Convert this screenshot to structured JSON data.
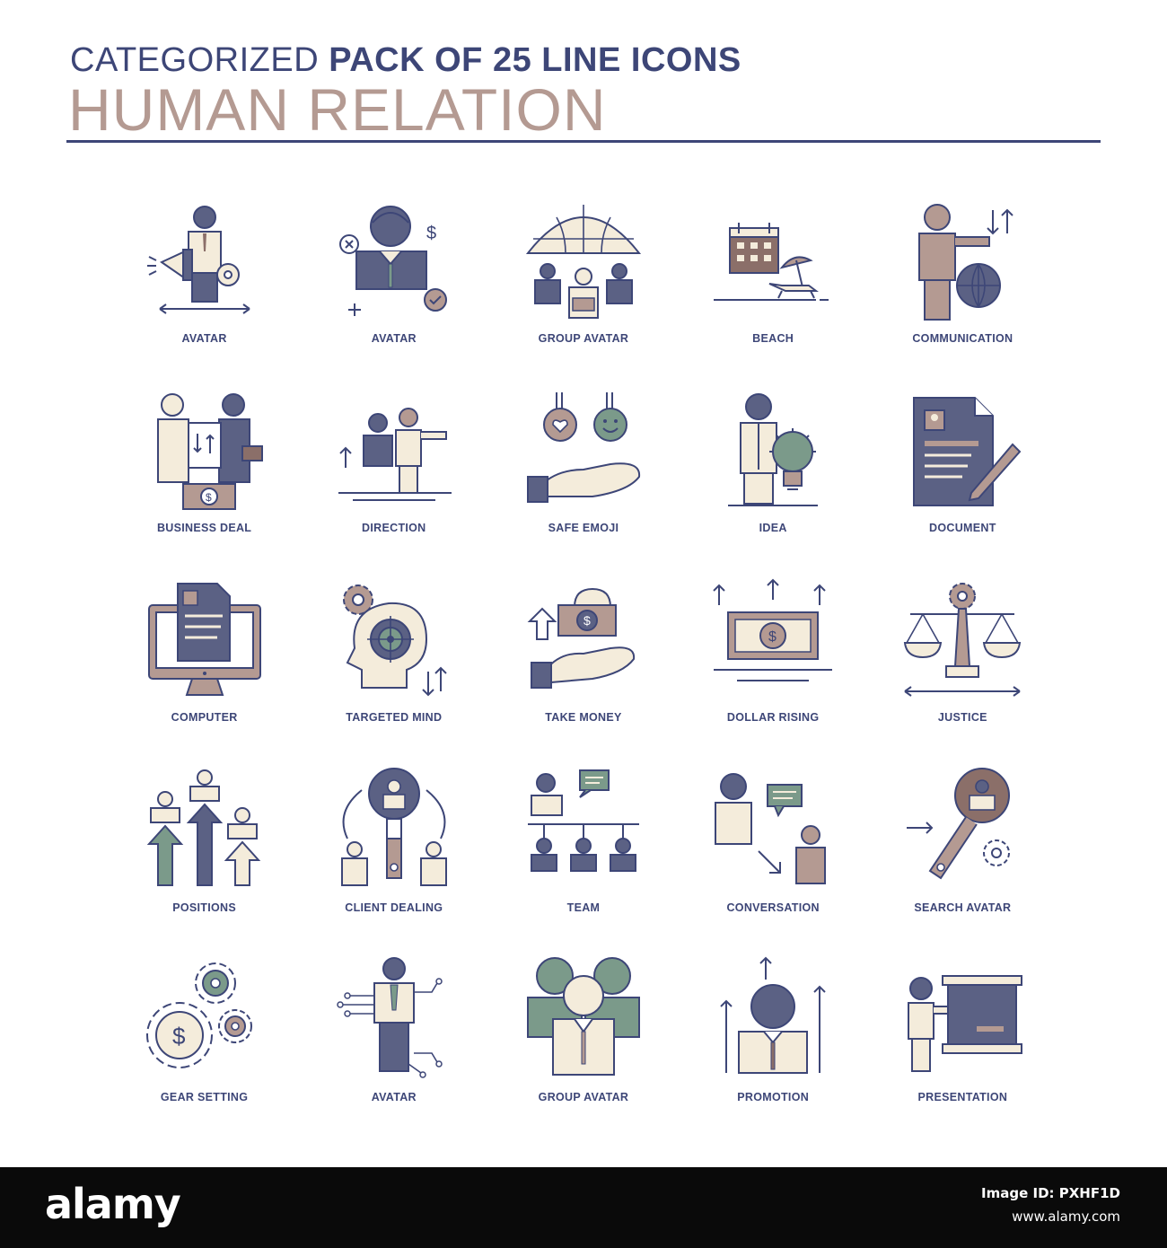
{
  "header": {
    "line1_light": "CATEGORIZED",
    "line1_bold": "PACK OF 25 LINE ICONS",
    "line2": "HUMAN RELATION"
  },
  "palette": {
    "navy": "#3d4677",
    "slate": "#5b6184",
    "taupe": "#8b6f69",
    "rose": "#b49a92",
    "cream": "#f4ecdb",
    "sage": "#7b9a8a"
  },
  "icons": [
    {
      "label": "AVATAR",
      "icon": "avatar-megaphone-icon"
    },
    {
      "label": "AVATAR",
      "icon": "avatar-dollar-icon"
    },
    {
      "label": "GROUP AVATAR",
      "icon": "group-avatar-umbrella-icon"
    },
    {
      "label": "BEACH",
      "icon": "beach-icon"
    },
    {
      "label": "COMMUNICATION",
      "icon": "communication-globe-icon"
    },
    {
      "label": "BUSINESS DEAL",
      "icon": "business-deal-icon"
    },
    {
      "label": "DIRECTION",
      "icon": "direction-icon"
    },
    {
      "label": "SAFE EMOJI",
      "icon": "safe-emoji-icon"
    },
    {
      "label": "IDEA",
      "icon": "idea-bulb-icon"
    },
    {
      "label": "DOCUMENT",
      "icon": "document-pen-icon"
    },
    {
      "label": "COMPUTER",
      "icon": "computer-monitor-icon"
    },
    {
      "label": "TARGETED MIND",
      "icon": "targeted-mind-icon"
    },
    {
      "label": "TAKE MONEY",
      "icon": "take-money-icon"
    },
    {
      "label": "DOLLAR RISING",
      "icon": "dollar-rising-icon"
    },
    {
      "label": "JUSTICE",
      "icon": "justice-scale-icon"
    },
    {
      "label": "POSITIONS",
      "icon": "positions-arrows-icon"
    },
    {
      "label": "CLIENT DEALING",
      "icon": "client-dealing-icon"
    },
    {
      "label": "TEAM",
      "icon": "team-hierarchy-icon"
    },
    {
      "label": "CONVERSATION",
      "icon": "conversation-icon"
    },
    {
      "label": "SEARCH AVATAR",
      "icon": "search-avatar-icon"
    },
    {
      "label": "GEAR SETTING",
      "icon": "gear-setting-icon"
    },
    {
      "label": "AVATAR",
      "icon": "avatar-circuit-icon"
    },
    {
      "label": "GROUP AVATAR",
      "icon": "group-avatar-icon"
    },
    {
      "label": "PROMOTION",
      "icon": "promotion-icon"
    },
    {
      "label": "PRESENTATION",
      "icon": "presentation-board-icon"
    }
  ],
  "footer": {
    "logo": "alamy",
    "image_id": "Image ID: PXHF1D",
    "url": "www.alamy.com"
  }
}
